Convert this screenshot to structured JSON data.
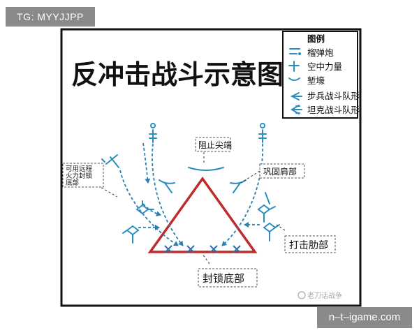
{
  "watermark_top": "TG: MYYJJPP",
  "watermark_bottom": "n–t–igame.com",
  "title": "反冲击战斗示意图",
  "legend": {
    "title": "图例",
    "items": [
      {
        "icon": "mortar-icon",
        "label": "榴弹炮"
      },
      {
        "icon": "airpower-icon",
        "label": "空中力量"
      },
      {
        "icon": "trench-icon",
        "label": "堑壕"
      },
      {
        "icon": "infantry-formation-icon",
        "label": "步兵战斗队形"
      },
      {
        "icon": "tank-formation-icon",
        "label": "坦克战斗队形"
      }
    ]
  },
  "labels": {
    "block_tip": "阻止尖端",
    "consolidate_shoulder": "巩固肩部",
    "long_range_fire": [
      "可用远程",
      "火力封锁",
      "底部"
    ],
    "hit_flank": "打击肋部",
    "seal_base": "封锁底部"
  },
  "source_mark": "老刀话战争",
  "colors": {
    "blue": "#2a8fbf",
    "red": "#c02a2a",
    "text": "#111111"
  }
}
